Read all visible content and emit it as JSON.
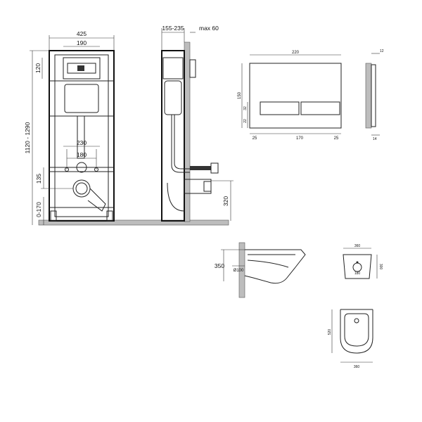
{
  "frame_front": {
    "width": "425",
    "inner_width": "190",
    "top_offset": "120",
    "height_range": "1120 - 1290",
    "mount_spacing_outer": "230",
    "mount_spacing_inner": "180",
    "drain_height": "135",
    "foot_adjust": "0-170"
  },
  "frame_side": {
    "depth_range": "155-235",
    "max_depth": "max 60",
    "drain_height": "320"
  },
  "flush_plate": {
    "width": "220",
    "height": "150",
    "button_height": "32",
    "button_offset": "22",
    "margin_left": "25",
    "button_width": "170",
    "margin_right": "25",
    "depth_top": "12",
    "depth_bottom": "14"
  },
  "toilet_side": {
    "height": "350",
    "outlet_diameter": "Ø100"
  },
  "toilet_rear": {
    "width": "360",
    "height": "300",
    "bolt_spacing": "180"
  },
  "toilet_top": {
    "length": "520",
    "width": "360"
  }
}
